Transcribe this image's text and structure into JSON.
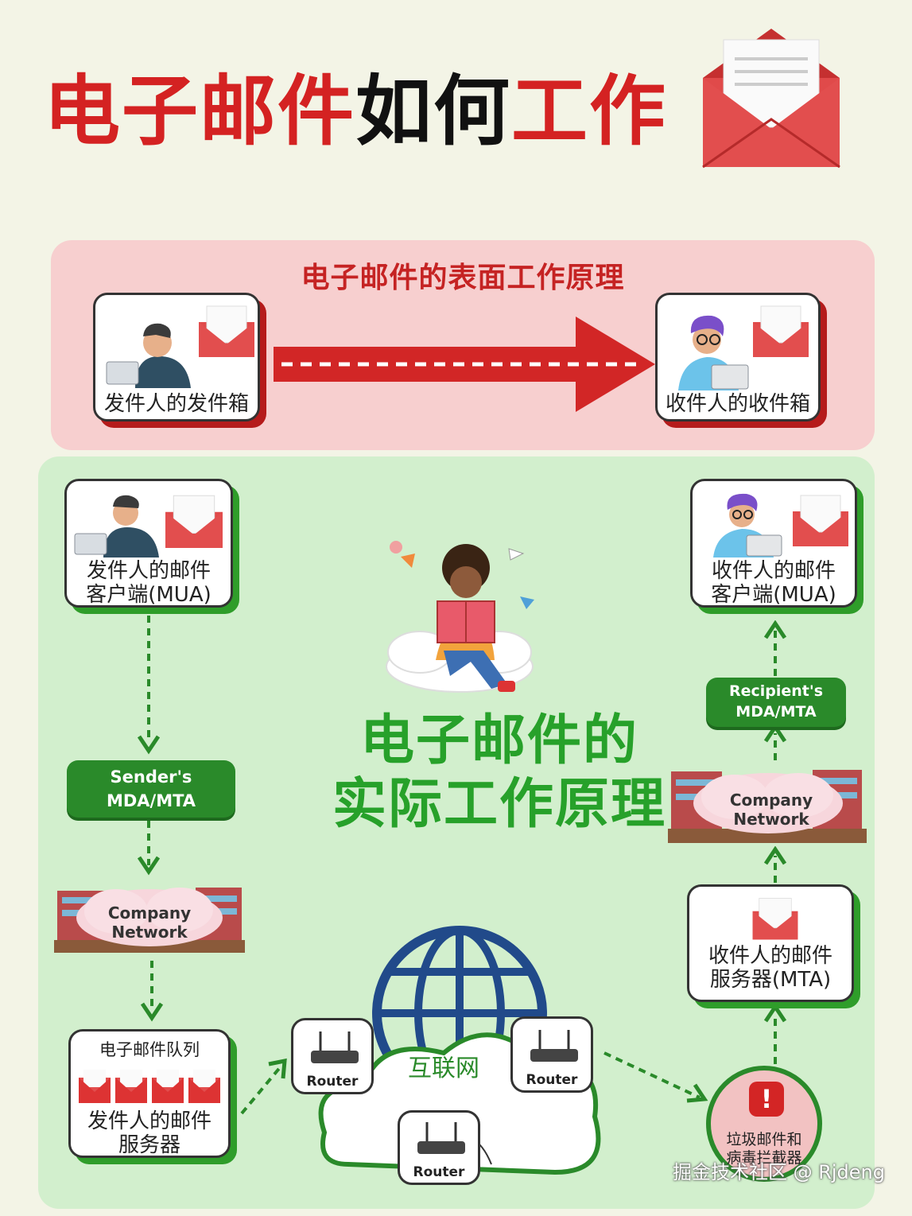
{
  "title": {
    "part1": "电子邮件",
    "part2": "如何",
    "part3": "工作"
  },
  "surface": {
    "title": "电子邮件的表面工作原理",
    "sender_label": "发件人的发件箱",
    "receiver_label": "收件人的收件箱"
  },
  "actual": {
    "title_line1": "电子邮件的",
    "title_line2": "实际工作原理",
    "sender_mua": [
      "发件人的邮件",
      "客户端(MUA)"
    ],
    "sender_mda": [
      "Sender's",
      "MDA/MTA"
    ],
    "company_network": [
      "Company",
      "Network"
    ],
    "queue_title": "电子邮件队列",
    "sender_server": [
      "发件人的邮件",
      "服务器"
    ],
    "internet": "互联网",
    "router": "Router",
    "spam_filter": [
      "垃圾邮件和",
      "病毒拦截器"
    ],
    "recipient_server": [
      "收件人的邮件",
      "服务器(MTA)"
    ],
    "recipient_mda": [
      "Recipient's",
      "MDA/MTA"
    ],
    "recipient_mua": [
      "收件人的邮件",
      "客户端(MUA)"
    ]
  },
  "watermark": "掘金技术社区 @ Rjdeng",
  "colors": {
    "red": "#d42222",
    "green": "#27a12a",
    "pink_panel": "#f7cfcf",
    "green_panel": "#d2efcd"
  }
}
